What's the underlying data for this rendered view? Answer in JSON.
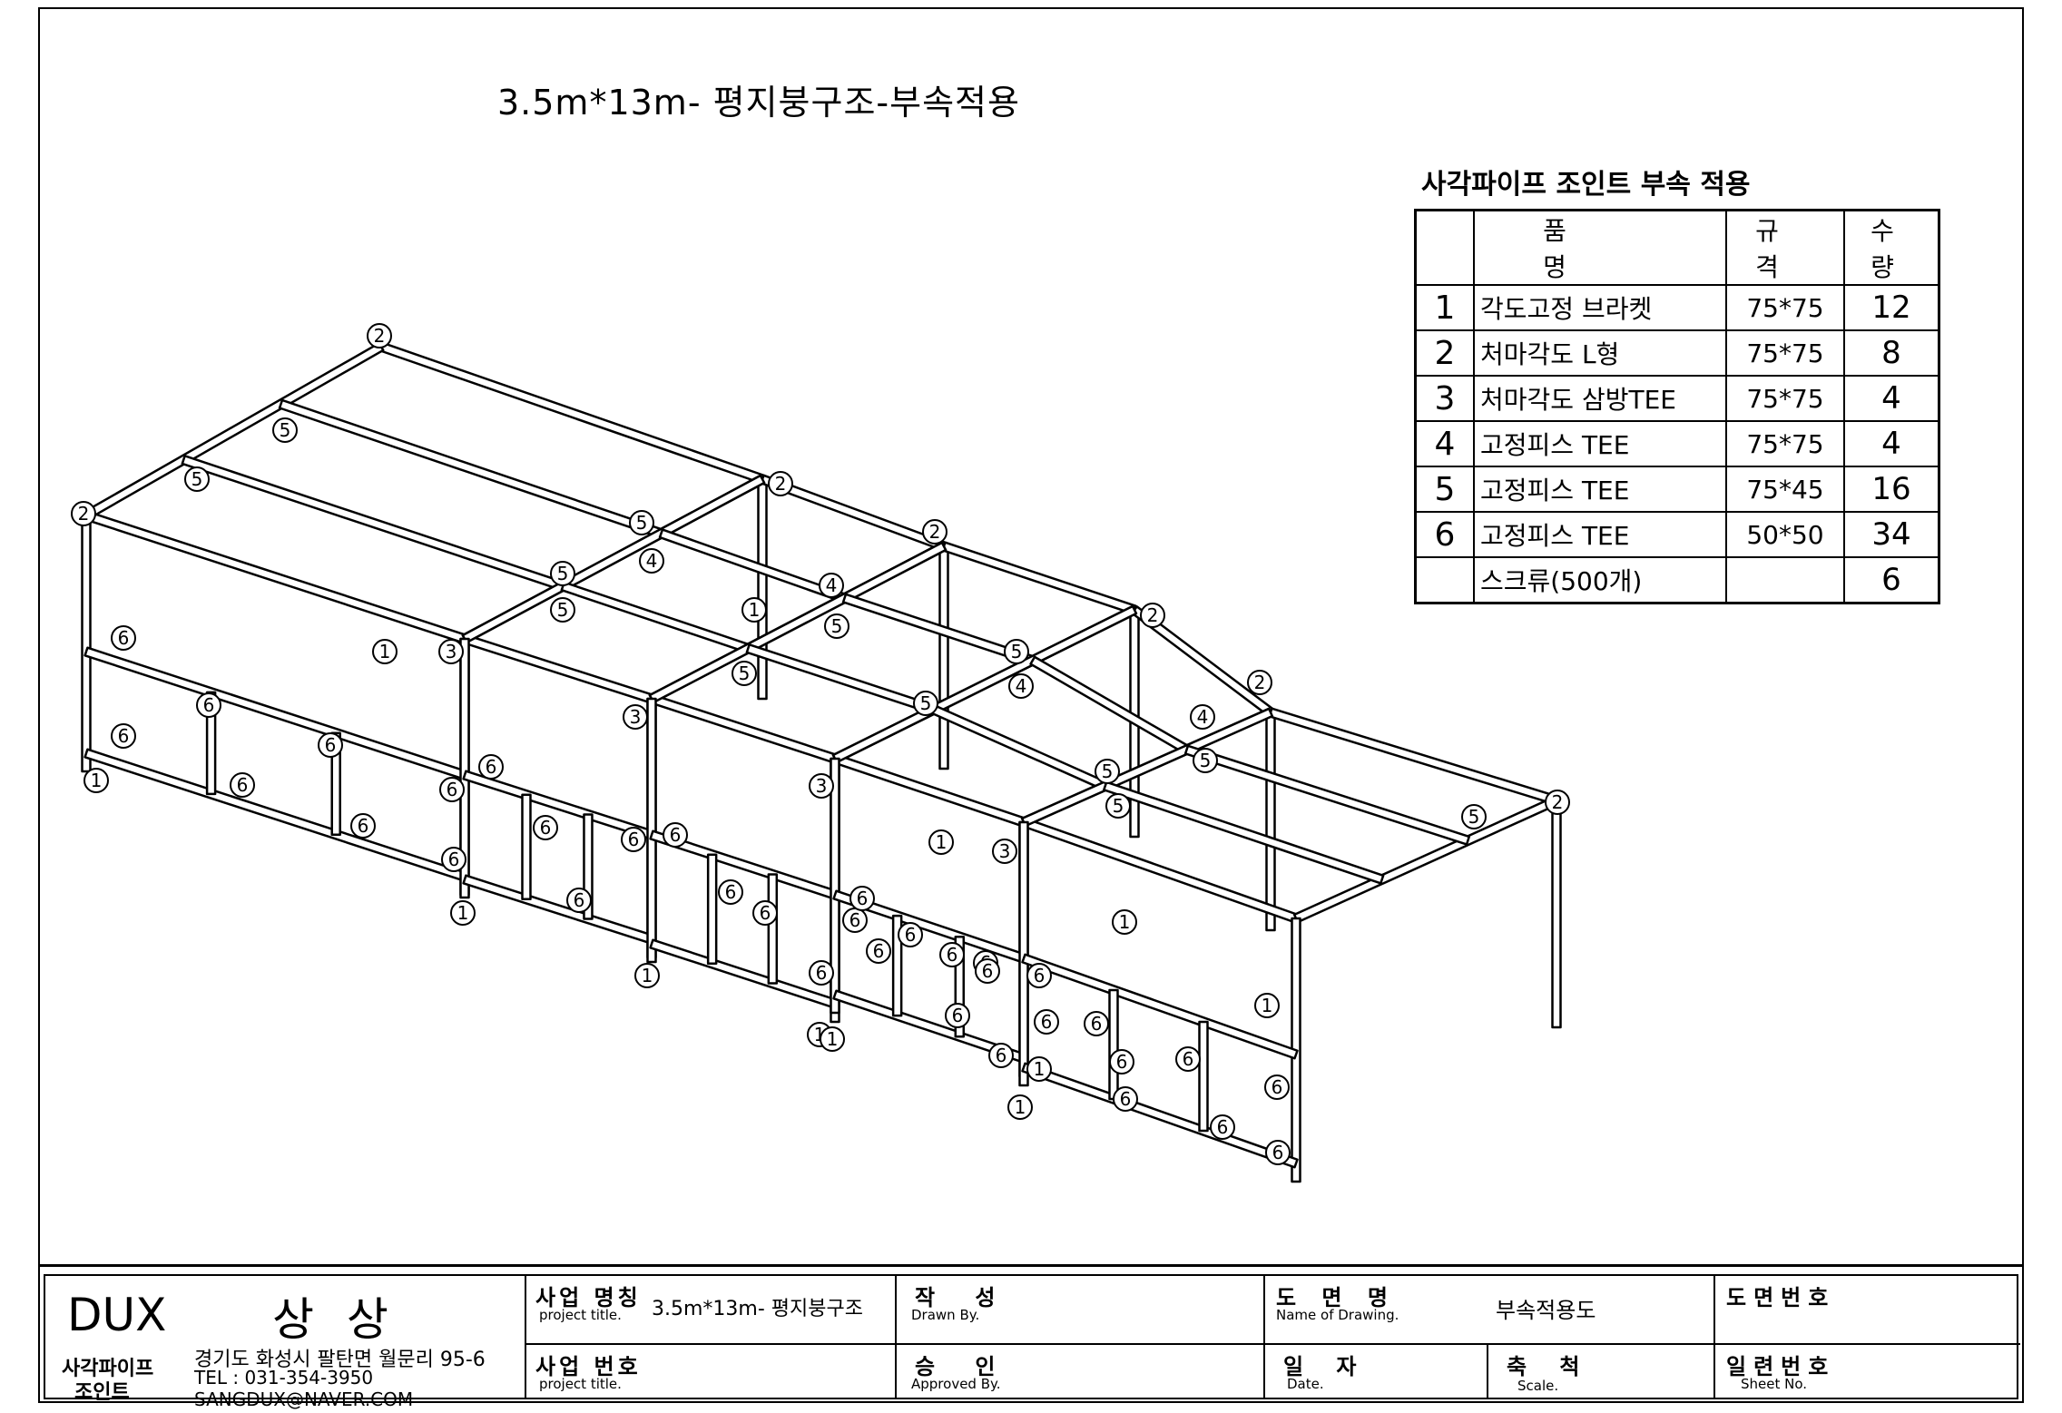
{
  "title": "3.5m*13m- 평지붕구조-부속적용",
  "parts": {
    "heading": "사각파이프 조인트 부속 적용",
    "columns": [
      "",
      "품 명",
      "규 격",
      "수 량"
    ],
    "rows": [
      {
        "no": "1",
        "name": "각도고정 브라켓",
        "spec": "75*75",
        "qty": "12"
      },
      {
        "no": "2",
        "name": "처마각도 L형",
        "spec": "75*75",
        "qty": "8"
      },
      {
        "no": "3",
        "name": "처마각도 삼방TEE",
        "spec": "75*75",
        "qty": "4"
      },
      {
        "no": "4",
        "name": "고정피스 TEE",
        "spec": "75*75",
        "qty": "4"
      },
      {
        "no": "5",
        "name": "고정피스 TEE",
        "spec": "75*45",
        "qty": "16"
      },
      {
        "no": "6",
        "name": "고정피스 TEE",
        "spec": "50*50",
        "qty": "34"
      },
      {
        "no": "",
        "name": "스크류(500개)",
        "spec": "",
        "qty": "6"
      }
    ]
  },
  "title_block": {
    "brand": "DUX",
    "company": "상 상",
    "product_line_1": "사각파이프",
    "product_line_2": "조인트",
    "address": "경기도 화성시 팔탄면 월문리 95-6",
    "tel": "TEL : 031-354-3950",
    "email": "SANGDUX@NAVER.COM",
    "project_name_k": "사업 명칭",
    "project_name_e": "project title.",
    "project_name_value": "3.5m*13m- 평지붕구조",
    "project_no_k": "사업 번호",
    "project_no_e": "project title.",
    "drawn_k": "작 성",
    "drawn_e": "Drawn By.",
    "approved_k": "승 인",
    "approved_e": "Approved By.",
    "drawing_name_k": "도 면 명",
    "drawing_name_e": "Name of Drawing.",
    "drawing_name_value": "부속적용도",
    "date_k": "일 자",
    "date_e": "Date.",
    "scale_k": "축 척",
    "scale_e": "Scale.",
    "drawing_no_k": "도면번호",
    "sheet_no_k": "일련번호",
    "sheet_no_e": "Sheet No."
  },
  "callouts": [
    "2",
    "2",
    "5",
    "5",
    "2",
    "5",
    "4",
    "5",
    "5",
    "4",
    "2",
    "2",
    "5",
    "5",
    "5",
    "4",
    "5",
    "5",
    "4",
    "2",
    "5",
    "5",
    "2",
    "5",
    "3",
    "3",
    "3",
    "3",
    "6",
    "6",
    "6",
    "6",
    "6",
    "6",
    "6",
    "6",
    "6",
    "6",
    "6",
    "6",
    "6",
    "6",
    "6",
    "6",
    "6",
    "6",
    "6",
    "6",
    "6",
    "6",
    "6",
    "6",
    "6",
    "6",
    "6",
    "6",
    "6",
    "6",
    "6",
    "6",
    "6",
    "6",
    "1",
    "1",
    "1",
    "1",
    "1",
    "1",
    "1",
    "1",
    "1",
    "1",
    "1",
    "1"
  ]
}
